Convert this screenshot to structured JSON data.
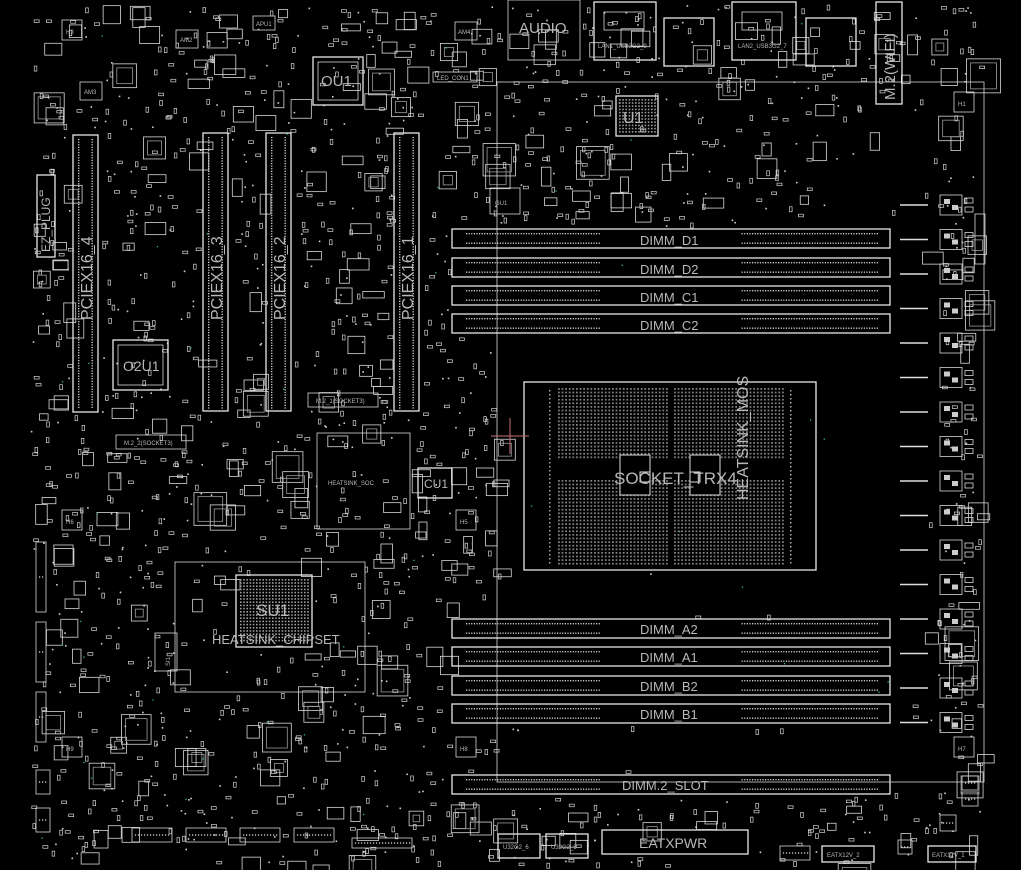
{
  "colors": {
    "background": "#000000",
    "silkscreen": "#e0e0e0",
    "label": "#bdbdbd",
    "cursor": "#c8707a"
  },
  "labels": {
    "audio": "AUDIO",
    "ou1": "OU1",
    "u1": "U1",
    "o2u1": "O2U1",
    "su1": "SU1",
    "cu1": "CU1",
    "ez_plug": "EZ_PLUG",
    "pciex16_1": "PCIEX16_1",
    "pciex16_2": "PCIEX16_2",
    "pciex16_3": "PCIEX16_3",
    "pciex16_4": "PCIEX16_4",
    "dimm_d1": "DIMM_D1",
    "dimm_d2": "DIMM_D2",
    "dimm_c1": "DIMM_C1",
    "dimm_c2": "DIMM_C2",
    "dimm_a2": "DIMM_A2",
    "dimm_a1": "DIMM_A1",
    "dimm_b2": "DIMM_B2",
    "dimm_b1": "DIMM_B1",
    "dimm2_slot": "DIMM.2_SLOT",
    "socket_trx4": "SOCKET_TRX4",
    "heatsink_mos": "HEATSINK_MOS",
    "heatsink_soc": "HEATSINK_SOC",
    "heatsink_chipset": "HEATSINK_CHIPSET",
    "m2_wifi": "M.2(WIFI)",
    "m2_1": "M.2_1(SOCKET3)",
    "m2_2": "M.2_2(SOCKET3)",
    "eatxpwr": "EATXPWR",
    "eatx12v_2": "EATX12V_2",
    "eatx12v_1": "EATX12V_1",
    "u32g2_6": "U32G2_6",
    "u32g2_5": "U32G2_5",
    "lan1": "LAN1_USB3G2_9",
    "lan2": "LAN2_USB3G2_7",
    "led_con1": "LED_CON1",
    "h1": "H1",
    "h2": "H2",
    "h3": "H3",
    "h5": "H5",
    "h6": "H6",
    "h7": "H7",
    "h8": "H8",
    "h9": "H9",
    "apu1": "APU1",
    "am2": "AM2",
    "am4": "AM4",
    "am3": "AM3",
    "cu1b": "CU1",
    "gu1": "GU1",
    "su1b": "SI1",
    "u3": "U3"
  }
}
